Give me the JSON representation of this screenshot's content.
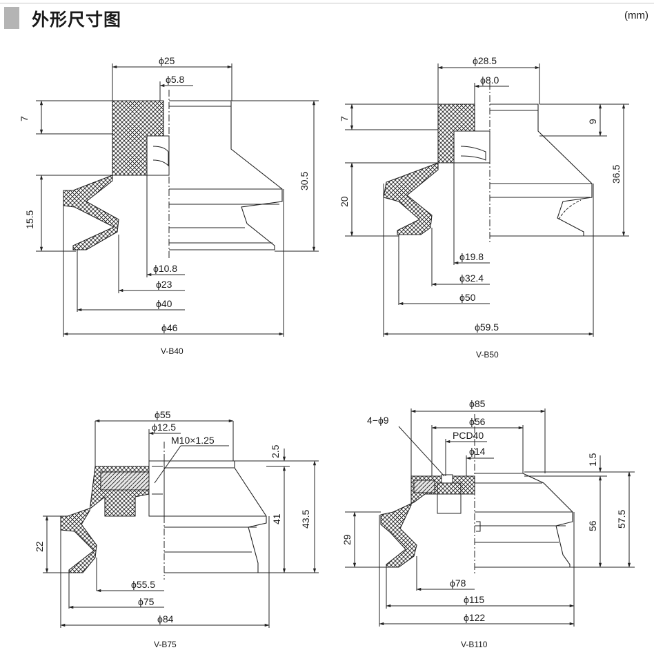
{
  "header": {
    "title": "外形尺寸图",
    "unit": "(mm)"
  },
  "diagrams": [
    {
      "model": "V-B40",
      "dims": {
        "d25": "ϕ25",
        "d5_8": "ϕ5.8",
        "h7": "7",
        "h15_5": "15.5",
        "h30_5": "30.5",
        "d10_8": "ϕ10.8",
        "d23": "ϕ23",
        "d40": "ϕ40",
        "d46": "ϕ46"
      }
    },
    {
      "model": "V-B50",
      "dims": {
        "d28_5": "ϕ28.5",
        "d8": "ϕ8.0",
        "h7": "7",
        "h9": "9",
        "h20": "20",
        "h36_5": "36.5",
        "d19_8": "ϕ19.8",
        "d32_4": "ϕ32.4",
        "d50": "ϕ50",
        "d59_5": "ϕ59.5"
      }
    },
    {
      "model": "V-B75",
      "dims": {
        "d55": "ϕ55",
        "d12_5": "ϕ12.5",
        "thread": "M10×1.25",
        "h2_5": "2.5",
        "h41": "41",
        "h43_5": "43.5",
        "h22": "22",
        "d55_5": "ϕ55.5",
        "d75": "ϕ75",
        "d84": "ϕ84"
      }
    },
    {
      "model": "V-B110",
      "dims": {
        "holes": "4−ϕ9",
        "d85": "ϕ85",
        "d56": "ϕ56",
        "pcd": "PCD40",
        "d14": "ϕ14",
        "h1_5": "1.5",
        "h56": "56",
        "h57_5": "57.5",
        "h29": "29",
        "d78": "ϕ78",
        "d115": "ϕ115",
        "d122": "ϕ122"
      }
    }
  ]
}
